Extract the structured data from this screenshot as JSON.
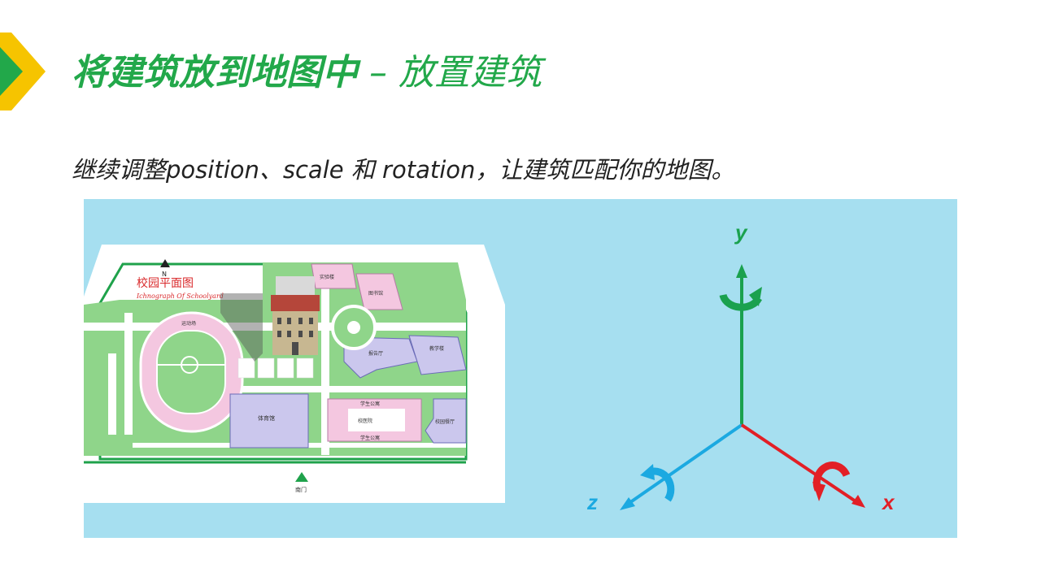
{
  "slide": {
    "title_main": "将建筑放到地图中",
    "title_sep": " – ",
    "title_sub": "放置建筑",
    "subtitle": "继续调整position、scale 和 rotation，让建筑匹配你的地图。"
  },
  "map": {
    "title_cn": "校园平面图",
    "title_en": "Ichnograph Of Schoolyard",
    "compass": "N",
    "labels": {
      "playground": "运动场",
      "gym": "体育馆",
      "teaching": "教学楼",
      "dorm": "学生公寓",
      "dorm2": "学生公寓",
      "canteen": "校园餐厅",
      "hospital": "校医院",
      "library": "图书馆",
      "report": "报告厅",
      "lab": "实验楼",
      "gate": "南门"
    }
  },
  "axes": {
    "y": "y",
    "z": "z",
    "x": "x",
    "colors": {
      "y": "#1aa14e",
      "z": "#1ba9e1",
      "x": "#e21f26"
    }
  },
  "colors": {
    "panel_bg": "#a6dff0",
    "title_green": "#22a84a",
    "accent_yellow": "#f6c400"
  }
}
